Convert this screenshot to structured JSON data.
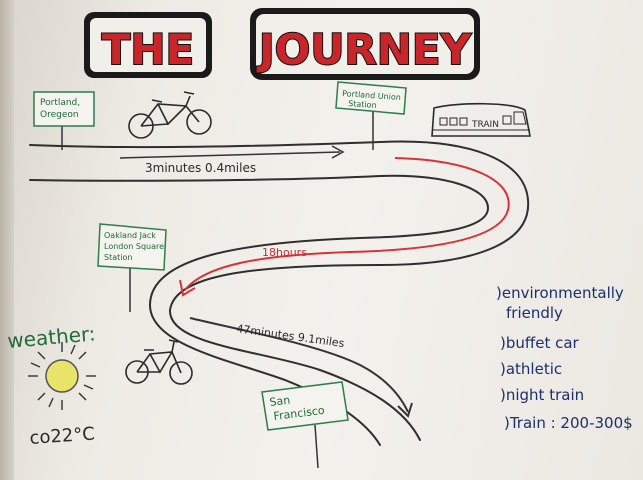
{
  "title": {
    "word1": "THE",
    "word2": "JOURNEY"
  },
  "signs": {
    "portland": [
      "Portland,",
      "Oregeon"
    ],
    "union_station": [
      "Portland Union",
      "Station"
    ],
    "oakland": [
      "Oakland Jack",
      "London Square",
      "Station"
    ],
    "san_francisco": [
      "San",
      "Francisco"
    ]
  },
  "train_label": "TRAIN",
  "route_labels": {
    "leg1": "3minutes   0.4miles",
    "leg2": "18hours",
    "leg3": "47minutes  9.1miles"
  },
  "weather": {
    "label": "weather:",
    "temp": "co22°C"
  },
  "notes": [
    ")environmentally",
    "friendly",
    ")buffet car",
    ")athletic",
    ")night train",
    ")Train : 200-300$"
  ],
  "colors": {
    "title_red": "#c8262b",
    "sign_green": "#1f6b3a",
    "route_red": "#d6333b",
    "ink": "#2a2a2a",
    "note_blue": "#1c2f6a",
    "sun_yellow": "#e8e46a"
  },
  "icons": [
    "bicycle-icon",
    "bicycle-icon",
    "train-icon",
    "sun-icon"
  ]
}
